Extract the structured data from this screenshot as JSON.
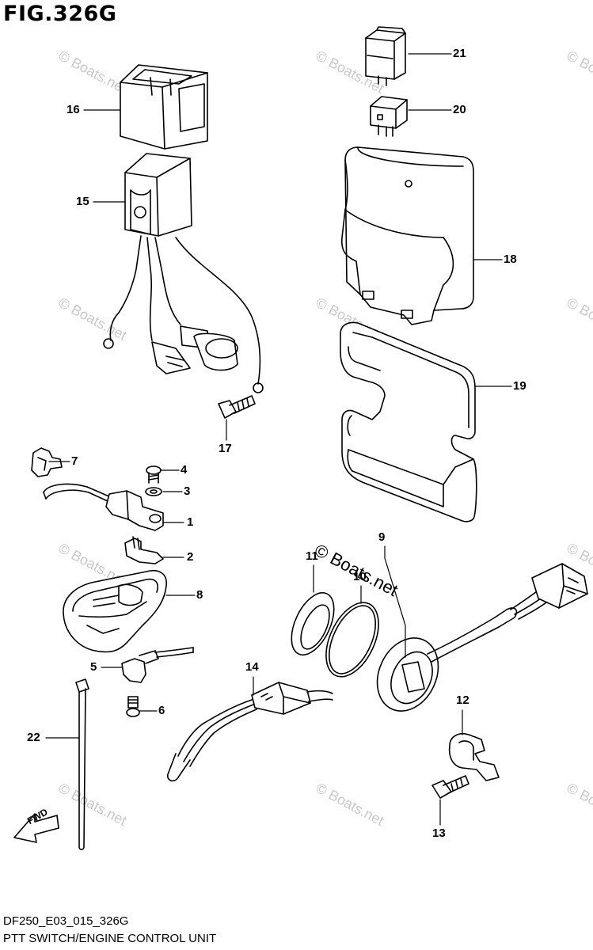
{
  "figure_title": "FIG.326G",
  "watermark_text": "© Boats.net",
  "watermark_center_text": "© Boats.net",
  "footer": {
    "code": "DF250_E03_015_326G",
    "description": "PTT SWITCH/ENGINE CONTROL UNIT"
  },
  "fwd_label": "FWD",
  "callouts": {
    "c1": "1",
    "c2": "2",
    "c3": "3",
    "c4": "4",
    "c5": "5",
    "c6": "6",
    "c7": "7",
    "c8": "8",
    "c9": "9",
    "c10": "10",
    "c11": "11",
    "c12": "12",
    "c13": "13",
    "c14": "14",
    "c15": "15",
    "c16": "16",
    "c17": "17",
    "c18": "18",
    "c19": "19",
    "c20": "20",
    "c21": "21",
    "c22": "22"
  },
  "colors": {
    "line": "#000000",
    "watermark": "#c9c9c9",
    "background": "#ffffff"
  }
}
